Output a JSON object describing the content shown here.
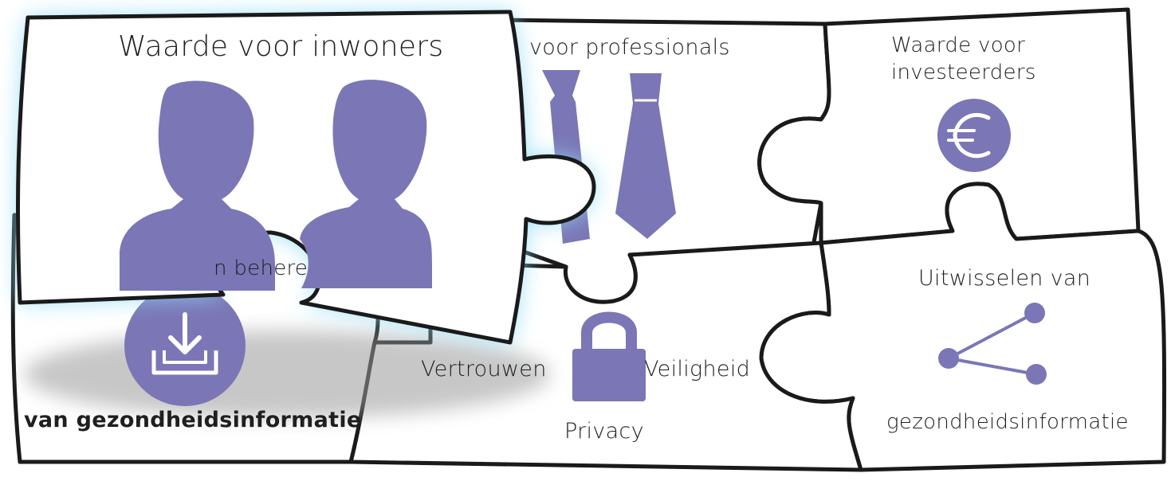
{
  "colors": {
    "icon_purple": "#7b76b6",
    "outline": "#1a1a1a",
    "highlight_glow": "#8fdcf7",
    "background": "#ffffff"
  },
  "pieces": {
    "inwoners": {
      "label": "Waarde voor inwoners",
      "icon": "two-people-icon",
      "highlighted": true
    },
    "professionals": {
      "label": "voor professionals",
      "icon": "ties-icon"
    },
    "investeerders": {
      "label_line1": "Waarde voor",
      "label_line2": "investeerders",
      "icon": "euro-icon"
    },
    "beheren": {
      "label_partial": "n behere",
      "label_bottom": "van gezondheidsinformatie",
      "icon": "download-tray-icon"
    },
    "vertrouwen": {
      "left": "Vertrouwen",
      "right": "Veiligheid",
      "bottom": "Privacy",
      "icon": "padlock-icon"
    },
    "uitwisselen": {
      "label_top": "Uitwisselen van",
      "label_bottom": "gezondheidsinformatie",
      "icon": "share-icon"
    }
  }
}
